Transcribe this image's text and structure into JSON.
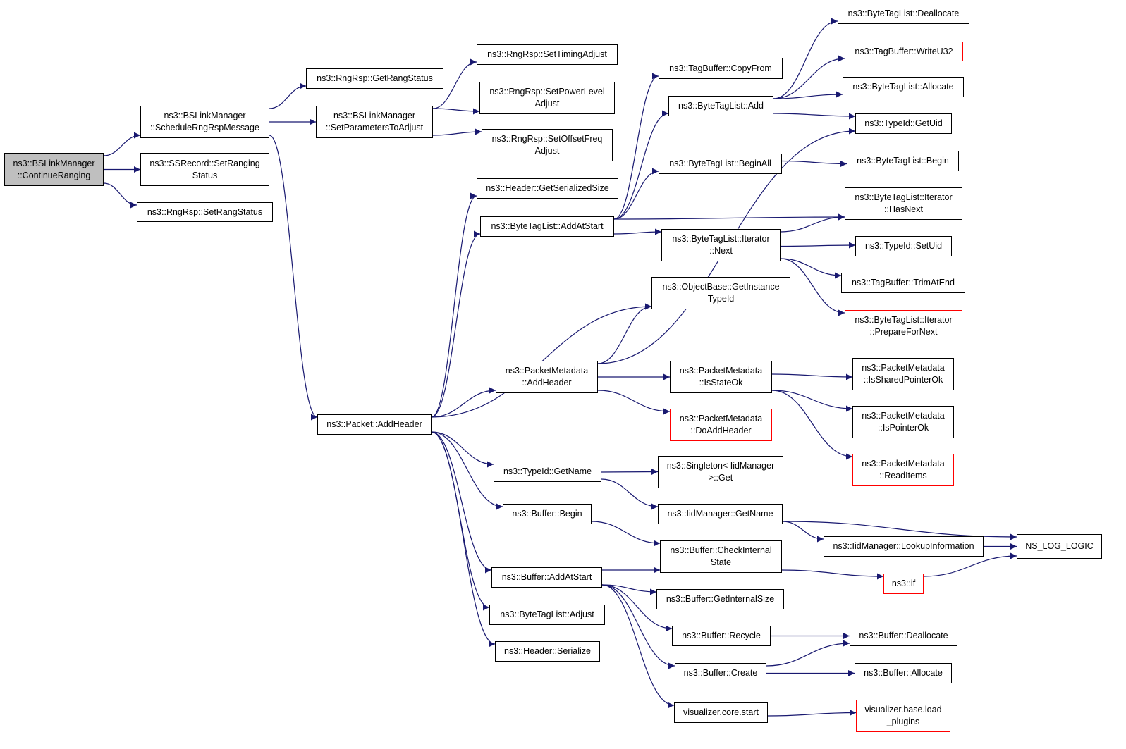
{
  "colors": {
    "edge": "#191970",
    "node_border": "#000000",
    "missing_border": "#ff0000",
    "root_fill": "#bfbfbf",
    "background": "#ffffff"
  },
  "nodes": {
    "root": "ns3::BSLinkManager\n::ContinueRanging",
    "scheduleRngRspMessage": "ns3::BSLinkManager\n::ScheduleRngRspMessage",
    "ssRecordSetRangingStatus": "ns3::SSRecord::SetRanging\nStatus",
    "rngRspSetRangStatus": "ns3::RngRsp::SetRangStatus",
    "getRangStatus": "ns3::RngRsp::GetRangStatus",
    "setParametersToAdjust": "ns3::BSLinkManager\n::SetParametersToAdjust",
    "setTimingAdjust": "ns3::RngRsp::SetTimingAdjust",
    "setPowerLevelAdjust": "ns3::RngRsp::SetPowerLevel\nAdjust",
    "setOffsetFreqAdjust": "ns3::RngRsp::SetOffsetFreq\nAdjust",
    "packetAddHeader": "ns3::Packet::AddHeader",
    "headerGetSerializedSize": "ns3::Header::GetSerializedSize",
    "byteTagListAddAtStart": "ns3::ByteTagList::AddAtStart",
    "tagBufferCopyFrom": "ns3::TagBuffer::CopyFrom",
    "byteTagListAdd": "ns3::ByteTagList::Add",
    "byteTagListBeginAll": "ns3::ByteTagList::BeginAll",
    "iteratorNext": "ns3::ByteTagList::Iterator\n::Next",
    "byteTagListDeallocate": "ns3::ByteTagList::Deallocate",
    "tagBufferWriteU32": "ns3::TagBuffer::WriteU32",
    "byteTagListAllocate": "ns3::ByteTagList::Allocate",
    "typeIdGetUid": "ns3::TypeId::GetUid",
    "byteTagListBegin": "ns3::ByteTagList::Begin",
    "iteratorHasNext": "ns3::ByteTagList::Iterator\n::HasNext",
    "typeIdSetUid": "ns3::TypeId::SetUid",
    "tagBufferTrimAtEnd": "ns3::TagBuffer::TrimAtEnd",
    "iteratorPrepareForNext": "ns3::ByteTagList::Iterator\n::PrepareForNext",
    "objectBaseGetInstanceTypeId": "ns3::ObjectBase::GetInstance\nTypeId",
    "packetMetadataAddHeader": "ns3::PacketMetadata\n::AddHeader",
    "isStateOk": "ns3::PacketMetadata\n::IsStateOk",
    "doAddHeader": "ns3::PacketMetadata\n::DoAddHeader",
    "isSharedPointerOk": "ns3::PacketMetadata\n::IsSharedPointerOk",
    "isPointerOk": "ns3::PacketMetadata\n::IsPointerOk",
    "readItems": "ns3::PacketMetadata\n::ReadItems",
    "typeIdGetName": "ns3::TypeId::GetName",
    "singletonGet": "ns3::Singleton< IidManager\n>::Get",
    "iidManagerGetName": "ns3::IidManager::GetName",
    "lookupInformation": "ns3::IidManager::LookupInformation",
    "nsLogLogic": "NS_LOG_LOGIC",
    "bufferBegin": "ns3::Buffer::Begin",
    "bufferCheckInternalState": "ns3::Buffer::CheckInternal\nState",
    "ns3If": "ns3::if",
    "bufferAddAtStart": "ns3::Buffer::AddAtStart",
    "bufferGetInternalSize": "ns3::Buffer::GetInternalSize",
    "byteTagListAdjust": "ns3::ByteTagList::Adjust",
    "bufferRecycle": "ns3::Buffer::Recycle",
    "bufferDeallocate": "ns3::Buffer::Deallocate",
    "headerSerialize": "ns3::Header::Serialize",
    "bufferCreate": "ns3::Buffer::Create",
    "bufferAllocate": "ns3::Buffer::Allocate",
    "visualizerCoreStart": "visualizer.core.start",
    "visualizerLoadPlugins": "visualizer.base.load\n_plugins"
  },
  "edges": [
    [
      "root",
      "scheduleRngRspMessage"
    ],
    [
      "root",
      "ssRecordSetRangingStatus"
    ],
    [
      "root",
      "rngRspSetRangStatus"
    ],
    [
      "scheduleRngRspMessage",
      "getRangStatus"
    ],
    [
      "scheduleRngRspMessage",
      "setParametersToAdjust"
    ],
    [
      "scheduleRngRspMessage",
      "packetAddHeader"
    ],
    [
      "setParametersToAdjust",
      "setTimingAdjust"
    ],
    [
      "setParametersToAdjust",
      "setPowerLevelAdjust"
    ],
    [
      "setParametersToAdjust",
      "setOffsetFreqAdjust"
    ],
    [
      "packetAddHeader",
      "headerGetSerializedSize"
    ],
    [
      "packetAddHeader",
      "byteTagListAddAtStart"
    ],
    [
      "packetAddHeader",
      "objectBaseGetInstanceTypeId"
    ],
    [
      "packetAddHeader",
      "packetMetadataAddHeader"
    ],
    [
      "packetAddHeader",
      "typeIdGetName"
    ],
    [
      "packetAddHeader",
      "bufferBegin"
    ],
    [
      "packetAddHeader",
      "bufferAddAtStart"
    ],
    [
      "packetAddHeader",
      "byteTagListAdjust"
    ],
    [
      "packetAddHeader",
      "headerSerialize"
    ],
    [
      "byteTagListAddAtStart",
      "tagBufferCopyFrom"
    ],
    [
      "byteTagListAddAtStart",
      "byteTagListAdd"
    ],
    [
      "byteTagListAddAtStart",
      "byteTagListBeginAll"
    ],
    [
      "byteTagListAddAtStart",
      "iteratorHasNext"
    ],
    [
      "byteTagListAddAtStart",
      "iteratorNext"
    ],
    [
      "byteTagListAdd",
      "byteTagListDeallocate"
    ],
    [
      "byteTagListAdd",
      "tagBufferWriteU32"
    ],
    [
      "byteTagListAdd",
      "byteTagListAllocate"
    ],
    [
      "byteTagListAdd",
      "typeIdGetUid"
    ],
    [
      "byteTagListBeginAll",
      "byteTagListBegin"
    ],
    [
      "iteratorNext",
      "iteratorHasNext"
    ],
    [
      "iteratorNext",
      "typeIdSetUid"
    ],
    [
      "iteratorNext",
      "tagBufferTrimAtEnd"
    ],
    [
      "iteratorNext",
      "iteratorPrepareForNext"
    ],
    [
      "packetMetadataAddHeader",
      "objectBaseGetInstanceTypeId"
    ],
    [
      "packetMetadataAddHeader",
      "typeIdGetUid"
    ],
    [
      "packetMetadataAddHeader",
      "isStateOk"
    ],
    [
      "packetMetadataAddHeader",
      "doAddHeader"
    ],
    [
      "isStateOk",
      "isSharedPointerOk"
    ],
    [
      "isStateOk",
      "isPointerOk"
    ],
    [
      "isStateOk",
      "readItems"
    ],
    [
      "typeIdGetName",
      "singletonGet"
    ],
    [
      "typeIdGetName",
      "iidManagerGetName"
    ],
    [
      "iidManagerGetName",
      "lookupInformation"
    ],
    [
      "iidManagerGetName",
      "nsLogLogic"
    ],
    [
      "lookupInformation",
      "nsLogLogic"
    ],
    [
      "bufferBegin",
      "bufferCheckInternalState"
    ],
    [
      "bufferCheckInternalState",
      "ns3If"
    ],
    [
      "ns3If",
      "nsLogLogic"
    ],
    [
      "bufferAddAtStart",
      "bufferCheckInternalState"
    ],
    [
      "bufferAddAtStart",
      "bufferGetInternalSize"
    ],
    [
      "bufferAddAtStart",
      "bufferRecycle"
    ],
    [
      "bufferAddAtStart",
      "bufferCreate"
    ],
    [
      "bufferAddAtStart",
      "visualizerCoreStart"
    ],
    [
      "bufferRecycle",
      "bufferDeallocate"
    ],
    [
      "bufferCreate",
      "bufferDeallocate"
    ],
    [
      "bufferCreate",
      "bufferAllocate"
    ],
    [
      "visualizerCoreStart",
      "visualizerLoadPlugins"
    ]
  ]
}
